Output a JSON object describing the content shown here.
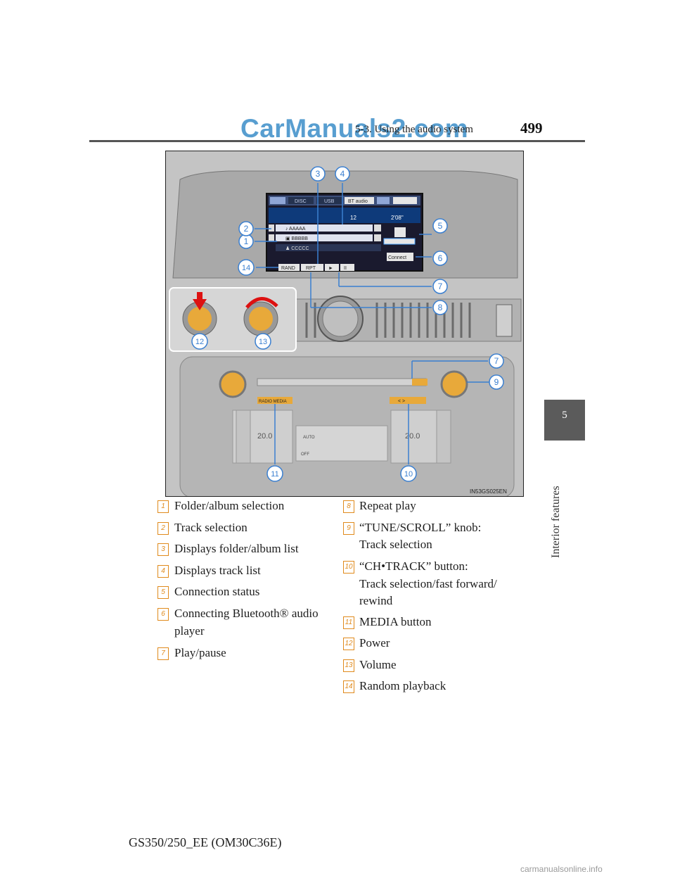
{
  "header": {
    "section": "5-3. Using the audio system",
    "page_number": "499"
  },
  "watermark_top": "CarManuals2.com",
  "side_tab": {
    "chapter_number": "5",
    "chapter_title": "Interior features"
  },
  "figure": {
    "code": "IN53GS025EN",
    "screen": {
      "tabs": [
        "DISC",
        "USB",
        "BT audio"
      ],
      "track_number": "12",
      "time": "2'08\"",
      "rows": [
        "AAAAA",
        "BBBBB",
        "CCCCC"
      ],
      "connect_label": "Connect",
      "bottom_buttons": [
        "RAND",
        "RPT",
        "►",
        "II"
      ]
    },
    "callouts": [
      "1",
      "2",
      "3",
      "4",
      "5",
      "6",
      "7",
      "8",
      "9",
      "10",
      "11",
      "12",
      "13",
      "14"
    ],
    "panel_labels": {
      "media": "RADIO   MEDIA",
      "track": "<    >",
      "temp_left": "20.0",
      "temp_right": "20.0",
      "auto": "AUTO",
      "off": "OFF"
    }
  },
  "legend_left": [
    {
      "num": "1",
      "text": "Folder/album selection"
    },
    {
      "num": "2",
      "text": "Track selection"
    },
    {
      "num": "3",
      "text": "Displays folder/album list"
    },
    {
      "num": "4",
      "text": "Displays track list"
    },
    {
      "num": "5",
      "text": "Connection status"
    },
    {
      "num": "6",
      "text": "Connecting Bluetooth® audio",
      "text2": "player"
    },
    {
      "num": "7",
      "text": "Play/pause"
    }
  ],
  "legend_right": [
    {
      "num": "8",
      "text": "Repeat play"
    },
    {
      "num": "9",
      "text": "“TUNE/SCROLL” knob:",
      "text2": "Track selection"
    },
    {
      "num": "10",
      "text": "“CH•TRACK” button:",
      "text2": "Track  selection/fast  forward/",
      "text3": "rewind"
    },
    {
      "num": "11",
      "text": "MEDIA button"
    },
    {
      "num": "12",
      "text": "Power"
    },
    {
      "num": "13",
      "text": "Volume"
    },
    {
      "num": "14",
      "text": "Random playback"
    }
  ],
  "footer": "GS350/250_EE (OM30C36E)",
  "watermark_bottom": "carmanualsonline.info"
}
